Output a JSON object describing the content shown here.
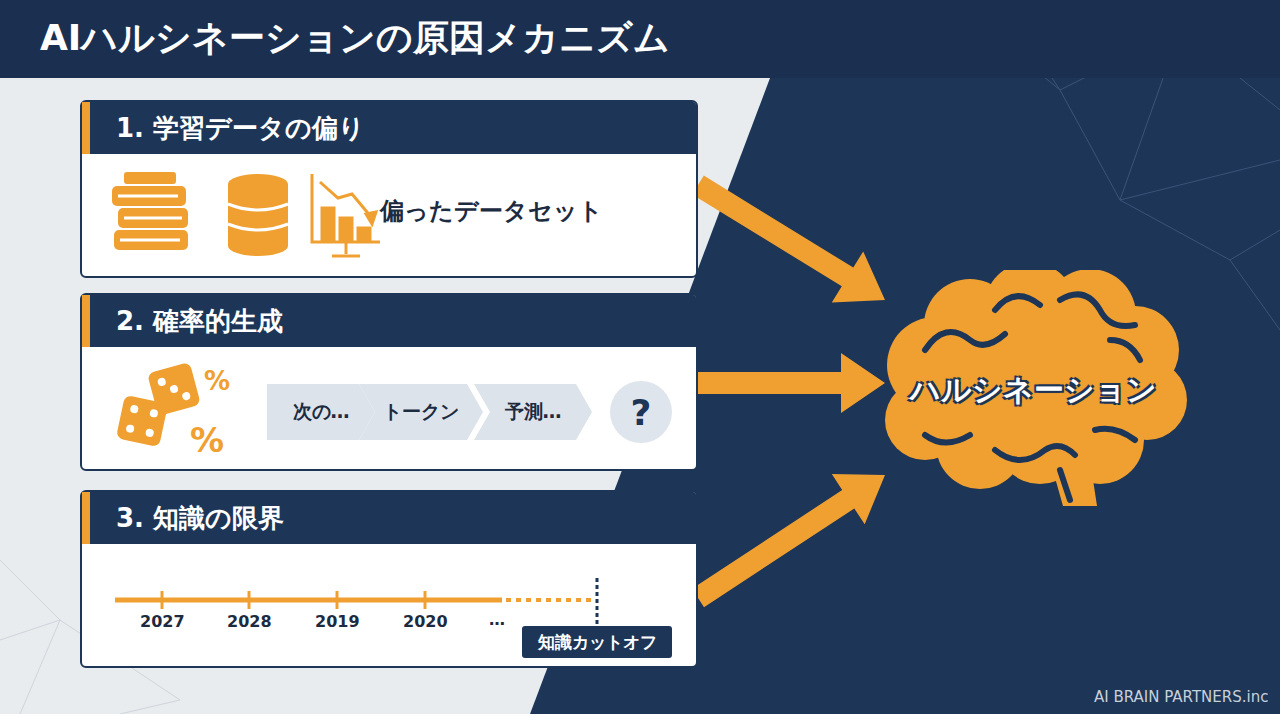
{
  "diagram": {
    "title": "AIハルシネーションの原因メカニズム",
    "nodes": [
      {
        "text": [
          "1. 学習データの偏り",
          "偏ったデータセット"
        ]
      },
      {
        "text": [
          "2. 確率的生成"
        ]
      },
      {
        "text": [
          "次の…"
        ],
        "in": 1
      },
      {
        "text": [
          "トークン"
        ],
        "in": 1
      },
      {
        "text": [
          "予測…"
        ],
        "in": 1
      },
      {
        "text": [
          "?"
        ],
        "in": 1
      },
      {
        "text": [
          "3. 知識の限界"
        ]
      },
      {
        "text": [
          "知識カットオフ"
        ],
        "in": 6
      },
      {
        "text": [
          "ハルシネーション"
        ]
      }
    ],
    "edges": [
      {
        "from": 0,
        "to": 8,
        "arrow": "to"
      },
      {
        "from": 1,
        "to": 8,
        "arrow": "to"
      },
      {
        "from": 6,
        "to": 8,
        "arrow": "to"
      }
    ],
    "labels": [
      "%",
      "%",
      "2027",
      "2028",
      "2019",
      "2020",
      "…",
      "AI BRAIN PARTNERS.inc"
    ]
  }
}
